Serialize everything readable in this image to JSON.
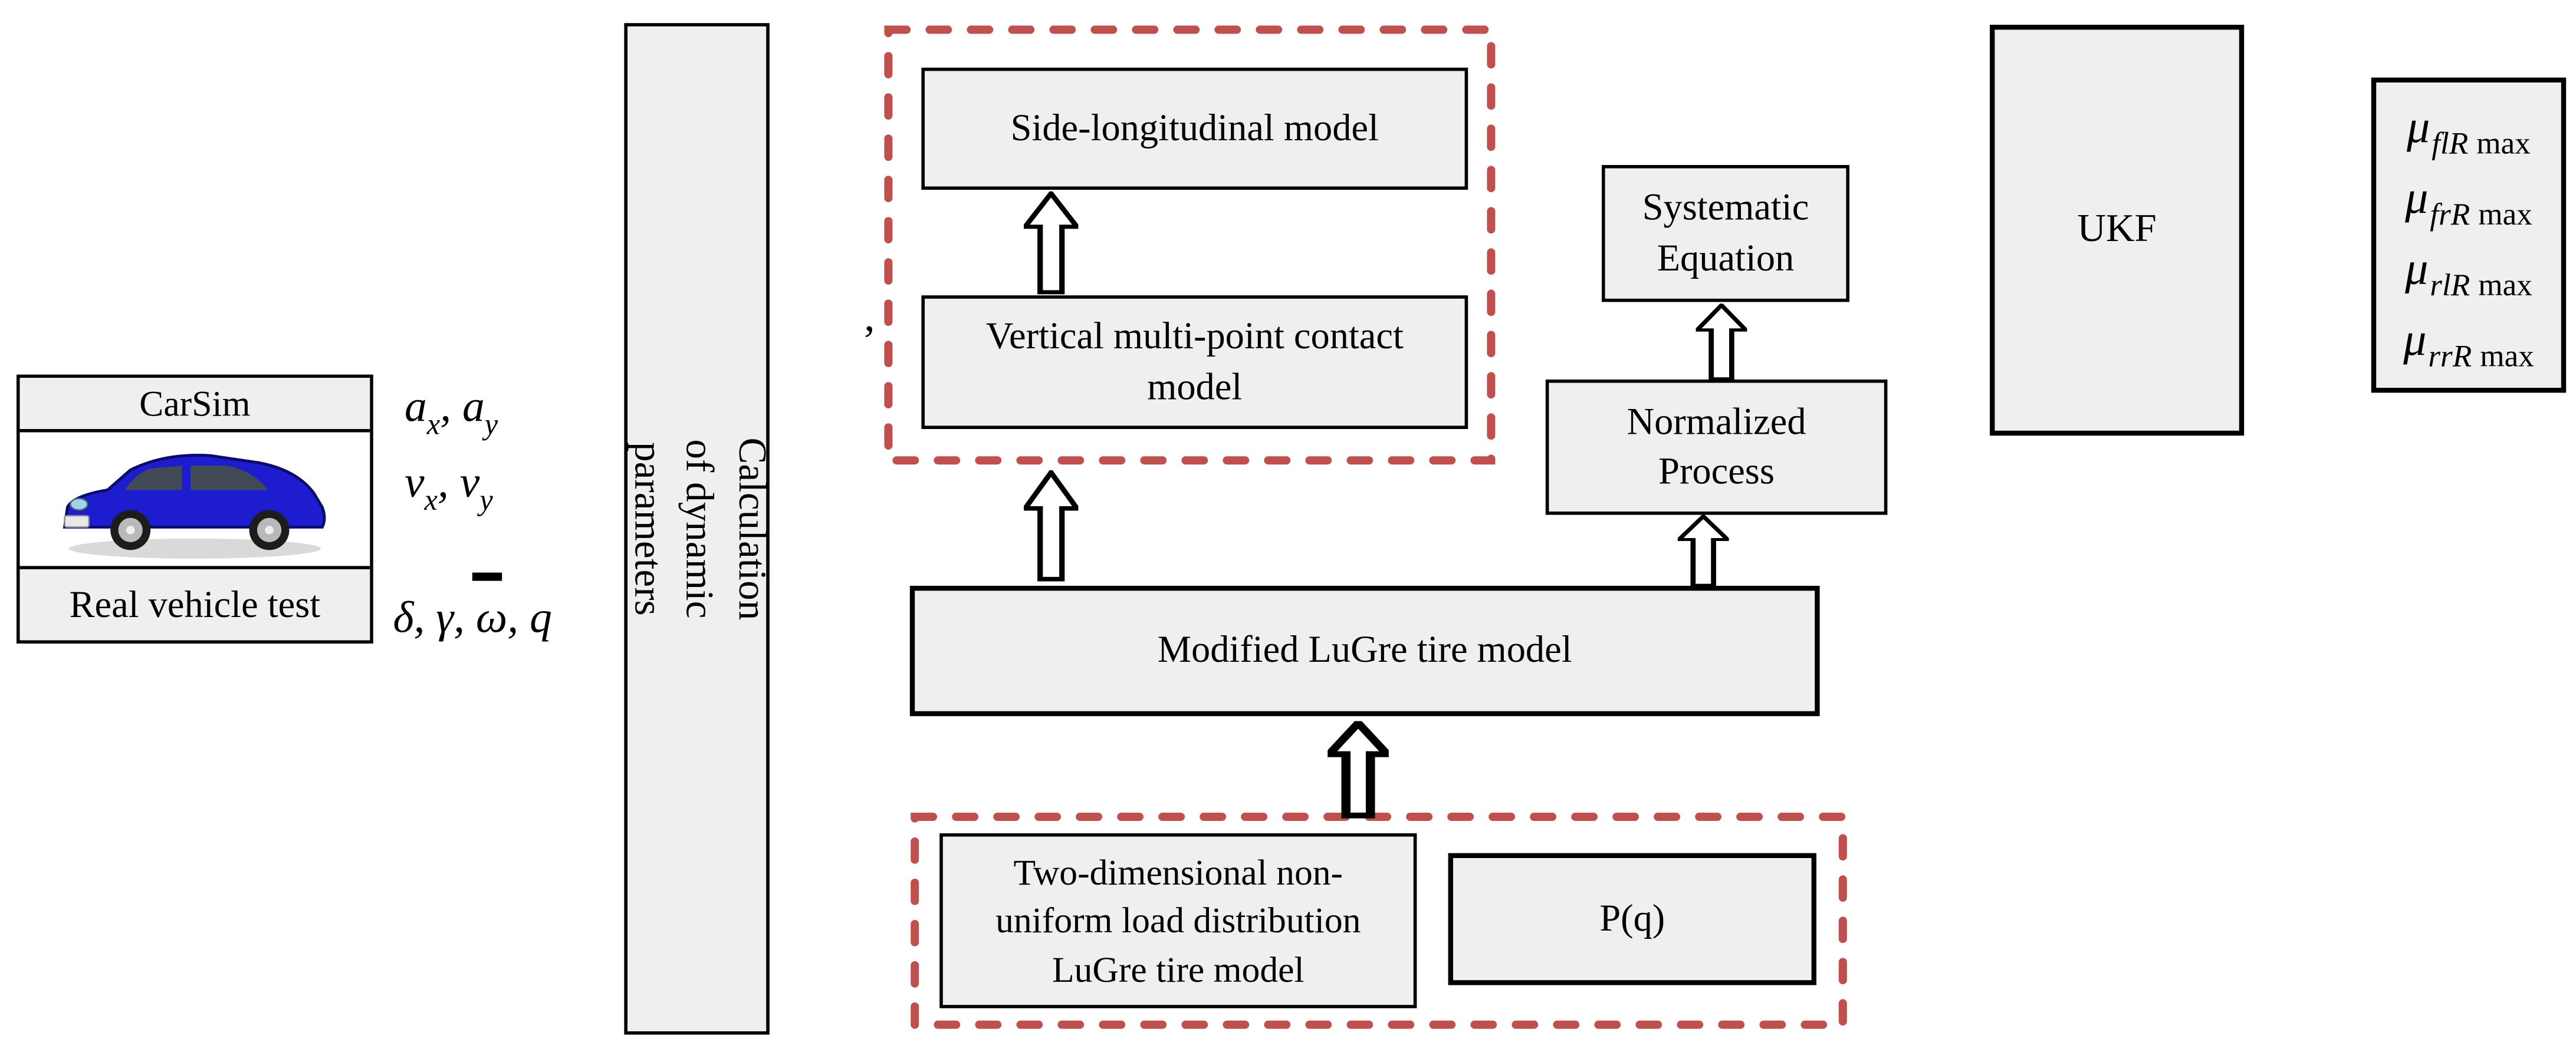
{
  "source_panel": {
    "header": "CarSim",
    "footer": "Real vehicle test"
  },
  "signals": {
    "ax_base": "a",
    "ax_sub": "x",
    "ay_base": "a",
    "ay_sub": "y",
    "vx_base": "v",
    "vx_sub": "x",
    "vy_base": "v",
    "vy_sub": "y",
    "comma": ", ",
    "lower": "δ, γ, ω, q"
  },
  "boxes": {
    "calculation": "Calculation of dynamic\nparameters",
    "side_longitudinal": "Side-longitudinal model",
    "vertical_multipoint": "Vertical multi-point contact\nmodel",
    "modified_lugre": "Modified LuGre tire model",
    "two_dimensional": "Two-dimensional non-\nuniform load distribution\nLuGre tire model",
    "pq": "P(q)",
    "normalized": "Normalized\nProcess",
    "systematic": "Systematic\nEquation",
    "ukf": "UKF"
  },
  "outputs": {
    "rows": [
      {
        "base": "μ",
        "sub_i": "flR",
        "sub_r": "max"
      },
      {
        "base": "μ",
        "sub_i": "frR",
        "sub_r": "max"
      },
      {
        "base": "μ",
        "sub_i": "rlR",
        "sub_r": "max"
      },
      {
        "base": "μ",
        "sub_i": "rrR",
        "sub_r": "max"
      }
    ]
  },
  "annotations": {
    "tick": "’"
  },
  "colors": {
    "dashed_border": "#C0504D",
    "box_fill": "#EFEFEF",
    "box_border": "#000000",
    "car_body": "#1D1DCF"
  }
}
